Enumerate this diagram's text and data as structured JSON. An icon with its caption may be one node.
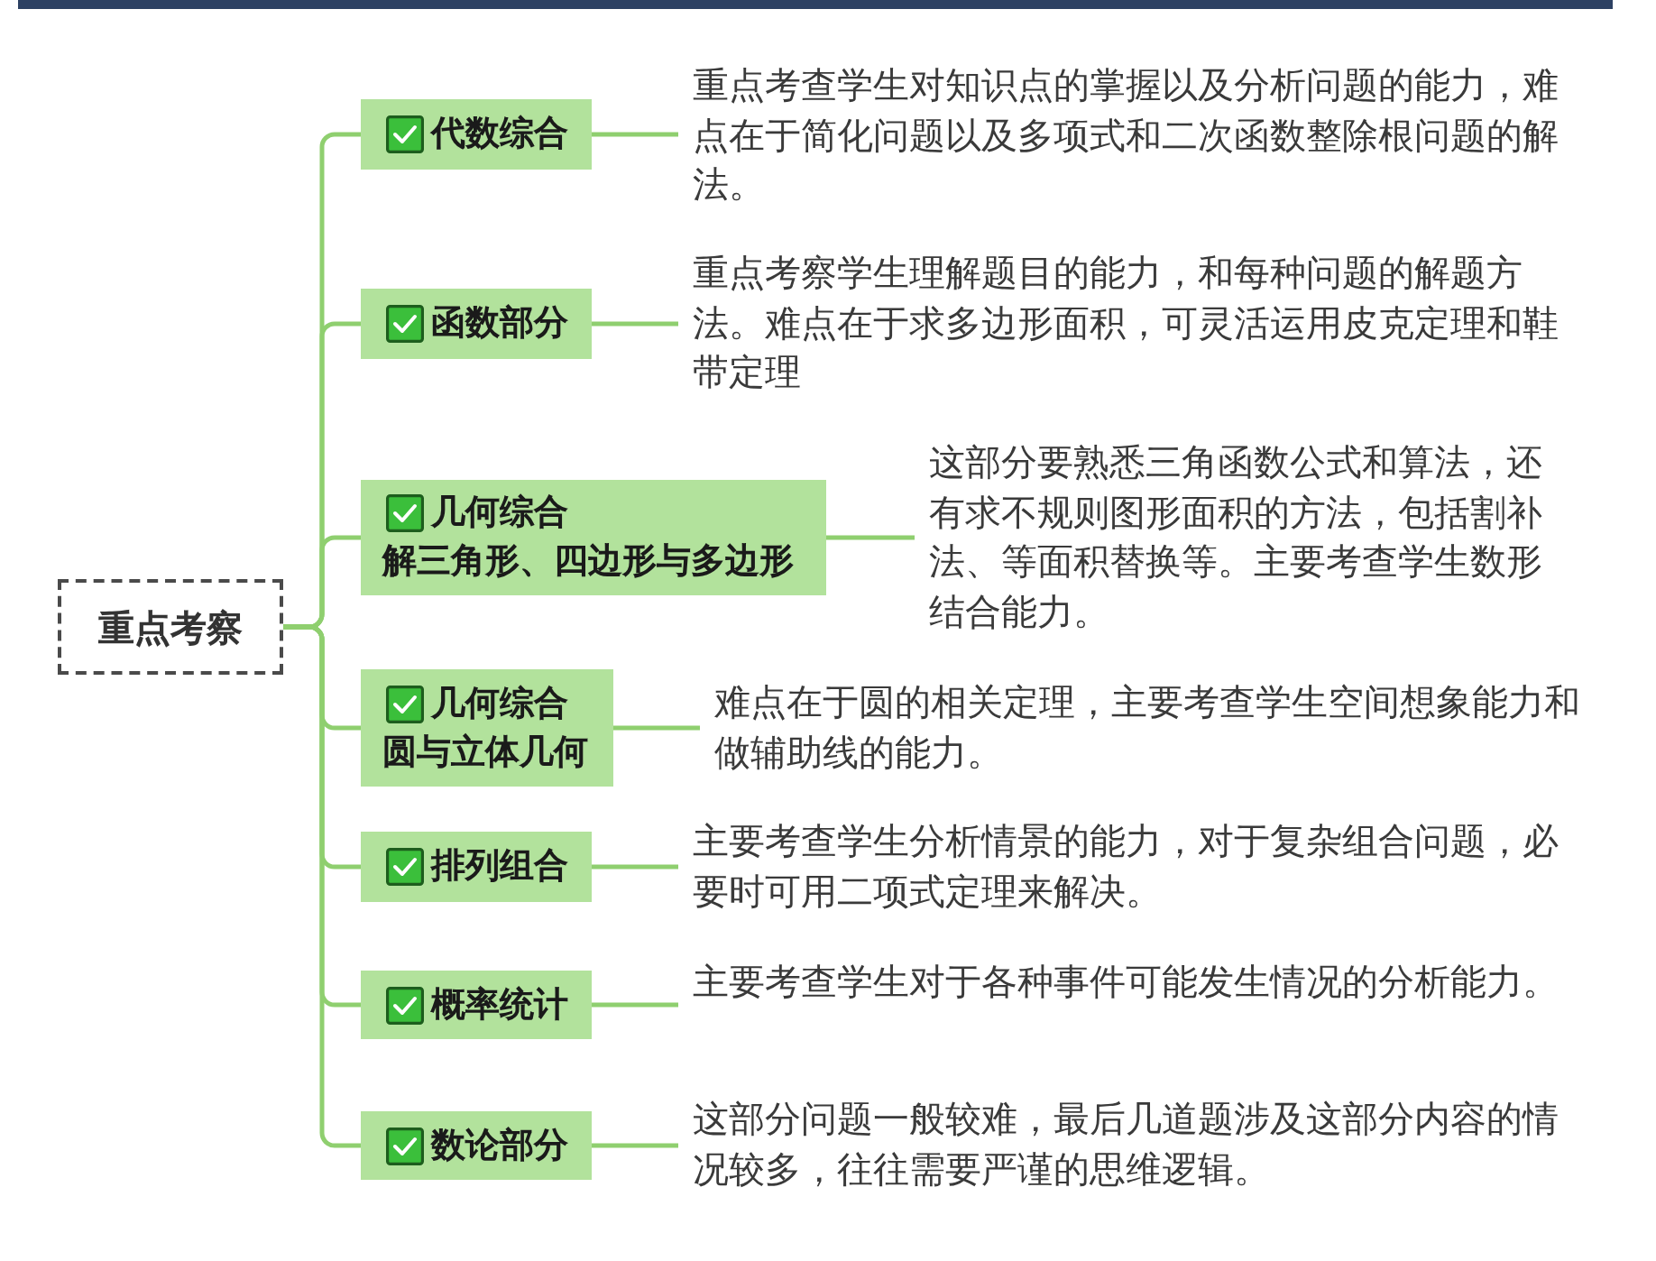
{
  "diagram": {
    "nodes": [
      {
        "text": [
          "重点考察"
        ]
      },
      {
        "text": [
          "代数综合"
        ]
      },
      {
        "text": [
          "重点考查学生对知识点的掌握以及分析问题的能力，难点在于简化问题以及多项式和二次函数整除根问题的解法。"
        ]
      },
      {
        "text": [
          "函数部分"
        ]
      },
      {
        "text": [
          "重点考察学生理解题目的能力，和每种问题的解题方法。难点在于求多边形面积，可灵活运用皮克定理和鞋带定理"
        ]
      },
      {
        "text": [
          "几何综合",
          "解三角形、四边形与多边形"
        ]
      },
      {
        "text": [
          "这部分要熟悉三角函数公式和算法，还有求不规则图形面积的方法，包括割补法、等面积替换等。主要考查学生数形结合能力。"
        ]
      },
      {
        "text": [
          "几何综合",
          "圆与立体几何"
        ]
      },
      {
        "text": [
          "难点在于圆的相关定理，主要考查学生空间想象能力和做辅助线的能力。"
        ]
      },
      {
        "text": [
          "排列组合"
        ]
      },
      {
        "text": [
          "主要考查学生分析情景的能力，对于复杂组合问题，必要时可用二项式定理来解决。"
        ]
      },
      {
        "text": [
          "概率统计"
        ]
      },
      {
        "text": [
          "主要考查学生对于各种事件可能发生情况的分析能力。"
        ]
      },
      {
        "text": [
          "数论部分"
        ]
      },
      {
        "text": [
          "这部分问题一般较难，最后几道题涉及这部分内容的情况较多，往往需要严谨的思维逻辑。"
        ]
      }
    ],
    "edges": [
      {
        "from": 0,
        "to": 1,
        "arrow": "none"
      },
      {
        "from": 1,
        "to": 2,
        "arrow": "none"
      },
      {
        "from": 0,
        "to": 3,
        "arrow": "none"
      },
      {
        "from": 3,
        "to": 4,
        "arrow": "none"
      },
      {
        "from": 0,
        "to": 5,
        "arrow": "none"
      },
      {
        "from": 5,
        "to": 6,
        "arrow": "none"
      },
      {
        "from": 0,
        "to": 7,
        "arrow": "none"
      },
      {
        "from": 7,
        "to": 8,
        "arrow": "none"
      },
      {
        "from": 0,
        "to": 9,
        "arrow": "none"
      },
      {
        "from": 9,
        "to": 10,
        "arrow": "none"
      },
      {
        "from": 0,
        "to": 11,
        "arrow": "none"
      },
      {
        "from": 11,
        "to": 12,
        "arrow": "none"
      },
      {
        "from": 0,
        "to": 13,
        "arrow": "none"
      },
      {
        "from": 13,
        "to": 14,
        "arrow": "none"
      }
    ]
  }
}
